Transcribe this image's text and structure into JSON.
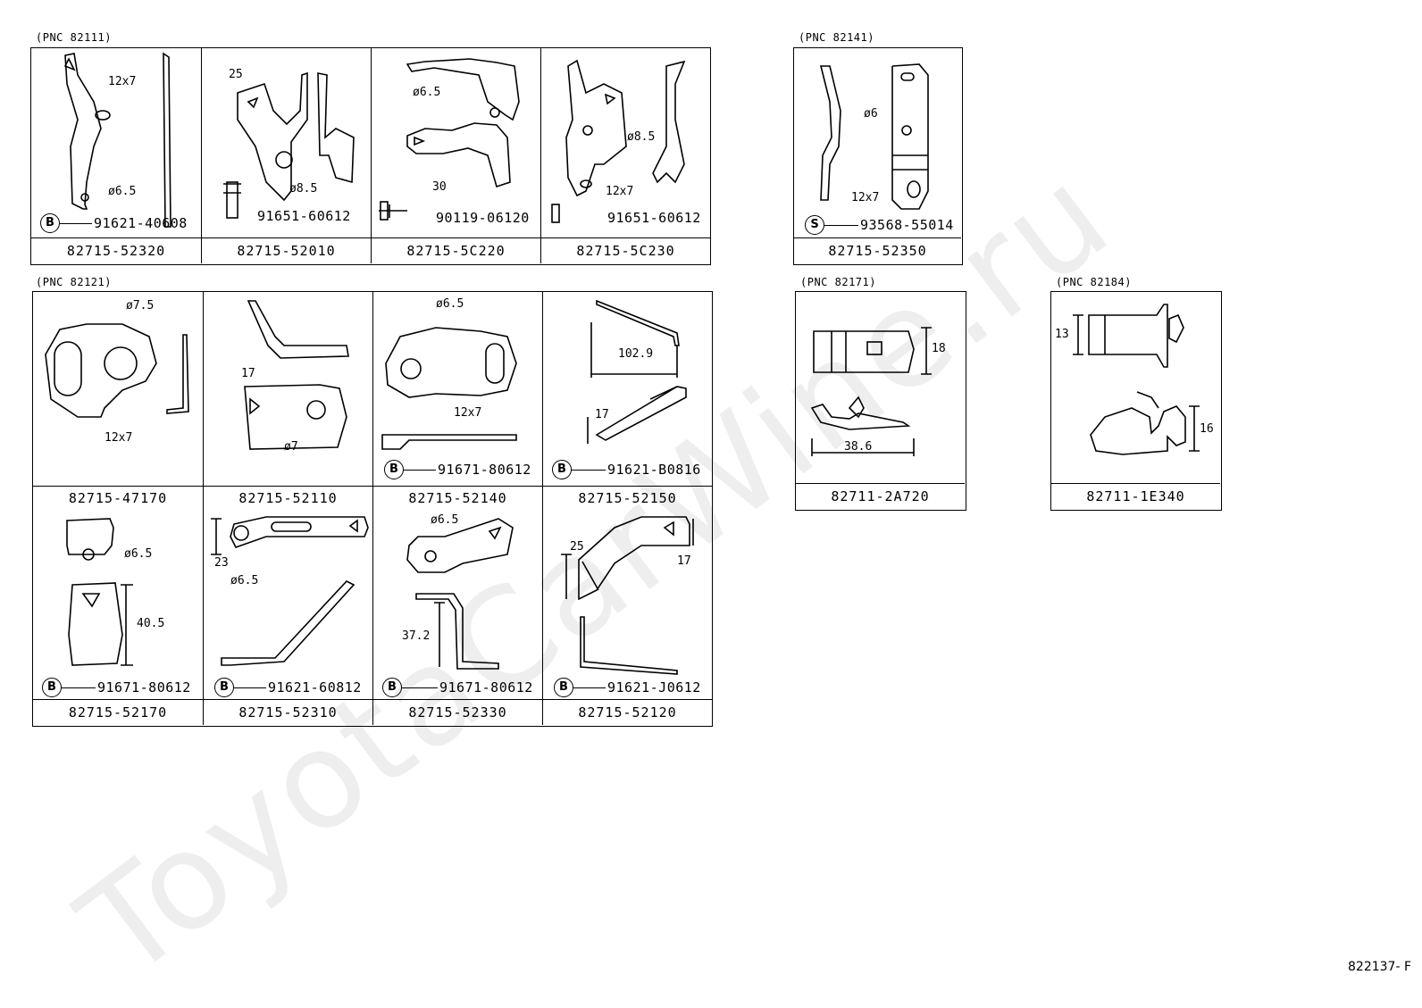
{
  "watermark": "ToyotaCarWine.ru",
  "footer_code": "822137- F",
  "groups": {
    "pnc_82111": {
      "label": "(PNC 82111)",
      "cells": [
        {
          "part": "82715-52320",
          "bolt": "91621-40608",
          "mark": "B",
          "dims": [
            "12x7",
            "ø6.5"
          ]
        },
        {
          "part": "82715-52010",
          "bolt": "91651-60612",
          "dims": [
            "25",
            "ø8.5"
          ]
        },
        {
          "part": "82715-5C220",
          "bolt": "90119-06120",
          "dims": [
            "ø6.5",
            "30"
          ]
        },
        {
          "part": "82715-5C230",
          "bolt": "91651-60612",
          "dims": [
            "ø8.5",
            "12x7"
          ]
        }
      ]
    },
    "pnc_82141": {
      "label": "(PNC 82141)",
      "cells": [
        {
          "part": "82715-52350",
          "bolt": "93568-55014",
          "mark": "S",
          "dims": [
            "ø6",
            "12x7"
          ]
        }
      ]
    },
    "pnc_82121": {
      "label": "(PNC 82121)",
      "row1": [
        {
          "part": "82715-47170",
          "dims": [
            "ø7.5",
            "12x7"
          ]
        },
        {
          "part": "82715-52110",
          "dims": [
            "17",
            "ø7"
          ]
        },
        {
          "part": "82715-52140",
          "bolt": "91671-80612",
          "mark": "B",
          "dims": [
            "ø6.5",
            "12x7"
          ]
        },
        {
          "part": "82715-52150",
          "bolt": "91621-B0816",
          "mark": "B",
          "dims": [
            "102.9",
            "17"
          ]
        }
      ],
      "row2": [
        {
          "part": "82715-52170",
          "bolt": "91671-80612",
          "mark": "B",
          "dims": [
            "ø6.5",
            "40.5"
          ]
        },
        {
          "part": "82715-52310",
          "bolt": "91621-60812",
          "mark": "B",
          "dims": [
            "23",
            "ø6.5"
          ]
        },
        {
          "part": "82715-52330",
          "bolt": "91671-80612",
          "mark": "B",
          "dims": [
            "ø6.5",
            "37.2"
          ]
        },
        {
          "part": "82715-52120",
          "bolt": "91621-J0612",
          "mark": "B",
          "dims": [
            "25",
            "17"
          ]
        }
      ]
    },
    "pnc_82171": {
      "label": "(PNC 82171)",
      "cells": [
        {
          "part": "82711-2A720",
          "dims": [
            "18",
            "38.6"
          ]
        }
      ]
    },
    "pnc_82184": {
      "label": "(PNC 82184)",
      "cells": [
        {
          "part": "82711-1E340",
          "dims": [
            "13",
            "16"
          ]
        }
      ]
    }
  }
}
